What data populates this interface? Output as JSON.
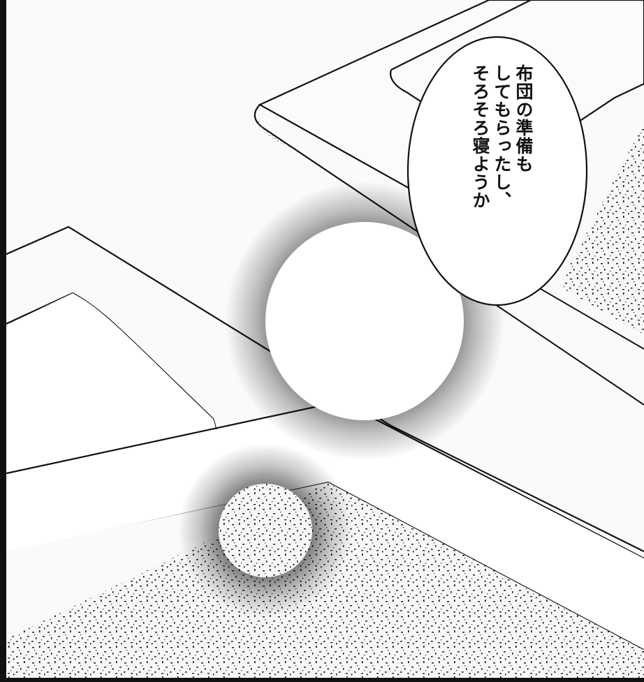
{
  "panel": {
    "speech_bubble": {
      "lines": [
        "布団の準備も",
        "してもらったし、",
        "そろそろ寝ようか"
      ]
    }
  },
  "colors": {
    "ink": "#111111",
    "paper": "#fafafa"
  }
}
